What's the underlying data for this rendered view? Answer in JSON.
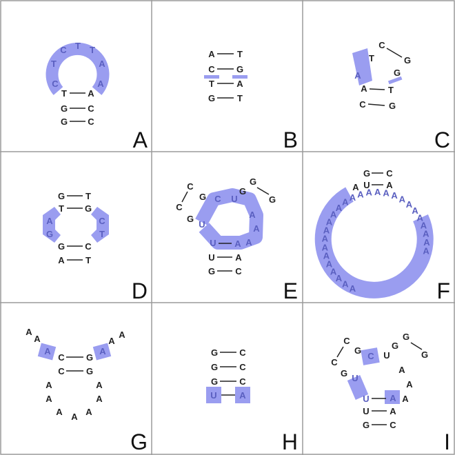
{
  "colors": {
    "highlight": "#9a9df0",
    "grid": "#9a9a9a",
    "text": "#222222"
  },
  "panels": [
    {
      "label": "A",
      "pairs": [
        [
          "T",
          "A"
        ],
        [
          "G",
          "C"
        ],
        [
          "G",
          "C"
        ]
      ],
      "loop": [
        "C",
        "T",
        "C",
        "T",
        "T",
        "A",
        "A"
      ]
    },
    {
      "label": "B",
      "pairs": [
        [
          "A",
          "T"
        ],
        [
          "C",
          "G"
        ],
        [
          "T",
          "A"
        ],
        [
          "G",
          "T"
        ]
      ]
    },
    {
      "label": "C",
      "pairs": [
        [
          "A",
          "T"
        ],
        [
          "C",
          "G"
        ]
      ],
      "loop": [
        "A",
        "T",
        "C",
        "G",
        "G"
      ]
    },
    {
      "label": "D",
      "pairs": [
        [
          "G",
          "T"
        ],
        [
          "T",
          "G"
        ],
        [
          "G",
          "C"
        ],
        [
          "A",
          "T"
        ]
      ],
      "left_bulge": [
        "A",
        "G"
      ],
      "right_bulge": [
        "C",
        "T"
      ]
    },
    {
      "label": "E",
      "pairs": [
        [
          "U",
          "A"
        ],
        [
          "G",
          "C"
        ],
        [
          "C",
          "G"
        ],
        [
          "C",
          "G"
        ]
      ],
      "loop_nt": [
        "G",
        "G",
        "C",
        "U",
        "A",
        "A",
        "U",
        "A",
        "A"
      ]
    },
    {
      "label": "F",
      "pairs": [
        [
          "G",
          "C"
        ],
        [
          "U",
          "A"
        ]
      ],
      "loop": [
        "A",
        "A",
        "A",
        "A",
        "A",
        "A",
        "A",
        "A",
        "A",
        "A",
        "A",
        "A",
        "A",
        "A",
        "A",
        "A",
        "A",
        "A",
        "A",
        "A",
        "A",
        "A",
        "A",
        "A",
        "A",
        "A",
        "A",
        "A"
      ]
    },
    {
      "label": "G",
      "pairs": [
        [
          "C",
          "G"
        ],
        [
          "C",
          "G"
        ]
      ],
      "ends": [
        "A",
        "A",
        "A",
        "A",
        "A",
        "A"
      ],
      "loop": [
        "A",
        "A",
        "A",
        "A",
        "A",
        "A",
        "A"
      ]
    },
    {
      "label": "H",
      "pairs": [
        [
          "G",
          "C"
        ],
        [
          "G",
          "C"
        ],
        [
          "G",
          "C"
        ],
        [
          "U",
          "A"
        ]
      ]
    },
    {
      "label": "I",
      "pairs": [
        [
          "U",
          "A"
        ],
        [
          "G",
          "C"
        ],
        [
          "C",
          "G"
        ],
        [
          "C",
          "G"
        ]
      ],
      "loop_nt": [
        "G",
        "G",
        "C",
        "U",
        "A",
        "A",
        "U",
        "A",
        "A"
      ]
    }
  ]
}
